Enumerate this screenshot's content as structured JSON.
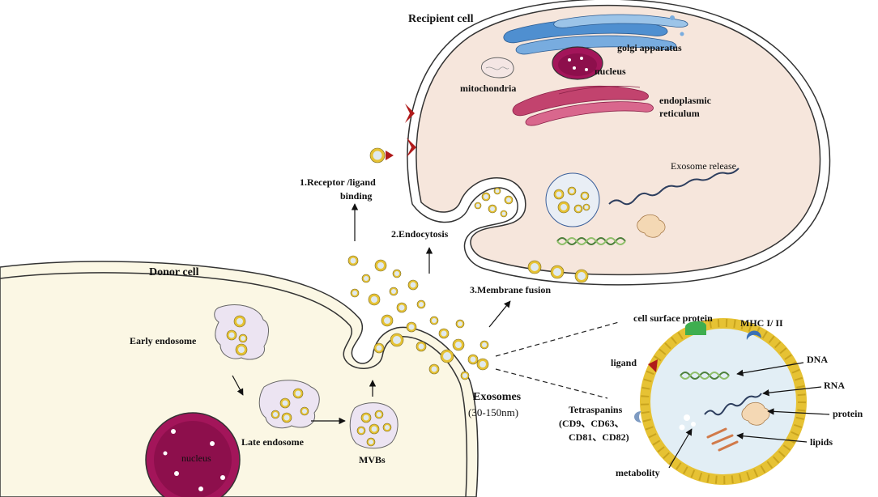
{
  "labels": {
    "recipient_cell": "Recipient cell",
    "golgi": "golgi apparatus",
    "nucleus_recipient": "nucleus",
    "mitochondria": "mitochondria",
    "er_line1": "endoplasmic",
    "er_line2": "reticulum",
    "exosome_release": "Exosome release",
    "receptor_line1": "1.Receptor /ligand",
    "receptor_line2": "binding",
    "endocytosis": "2.Endocytosis",
    "membrane_fusion": "3.Membrane fusion",
    "donor_cell": "Donor cell",
    "early_endosome": "Early endosome",
    "late_endosome": "Late endosome",
    "mvbs": "MVBs",
    "nucleus_donor": "nucleus",
    "exosomes": "Exosomes",
    "exosome_size": "(30-150nm)",
    "cell_surface_protein": "cell surface protein",
    "mhc": "MHC I/ II",
    "ligand": "ligand",
    "dna": "DNA",
    "rna": "RNA",
    "protein": "protein",
    "tetraspanins_line1": "Tetraspanins",
    "tetraspanins_line2": "(CD9、CD63、",
    "tetraspanins_line3": "CD81、CD82)",
    "lipids": "lipids",
    "metabolity": "metabolity"
  },
  "colors": {
    "cell_fill_recipient": "#f6e6dc",
    "cell_fill_donor": "#fbf7e4",
    "membrane_stroke": "#333333",
    "vesicle_gold": "#e6c234",
    "vesicle_core": "#dfe9ef",
    "endosome_fill": "#ece4f2",
    "nucleus_fill": "#a3155a",
    "er_fill": "#c2436e",
    "golgi_fill": "#4f8fd0",
    "receptor_red": "#b01a1a",
    "surface_protein_green": "#3fae4f",
    "mhc_blue": "#3a6fb5",
    "tetraspanin_blue": "#7e9bc2",
    "lipid_orange": "#d17a4a",
    "protein_peach": "#f4d8b4",
    "dna_green": "#4c7f3a"
  },
  "icons": [
    "recipient-cell",
    "golgi-apparatus-icon",
    "recipient-nucleus-icon",
    "mitochondria-icon",
    "endoplasmic-reticulum-icon",
    "receptor-icon",
    "ligand-icon",
    "endocytic-pit",
    "dna-helix-icon",
    "rna-strand-icon",
    "protein-icon",
    "donor-cell",
    "early-endosome-icon",
    "late-endosome-icon",
    "mvb-icon",
    "donor-nucleus-icon",
    "exosome-vesicle",
    "exosome-detail-icon",
    "arrow-icon"
  ]
}
